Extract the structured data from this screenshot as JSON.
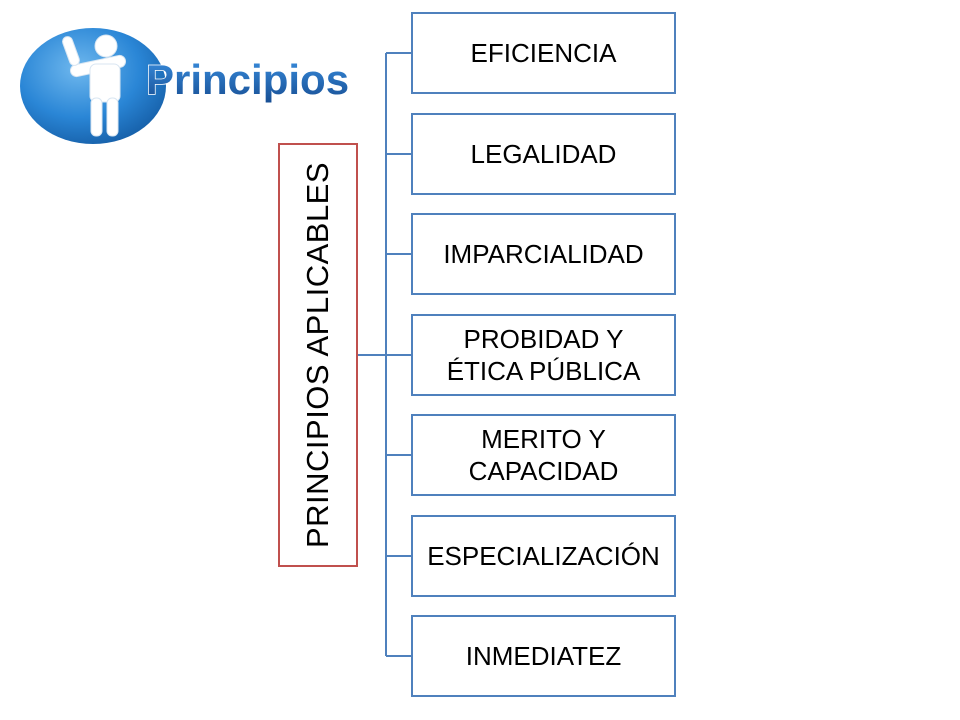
{
  "logo": {
    "text": "Principios",
    "icon": "person-thumbs-up-icon",
    "colors": {
      "circle": "#1f77c8",
      "circle_light": "#5aa9e6",
      "figure": "#ffffff",
      "text": "#1f5fa8",
      "text_outline": "#ffffff"
    }
  },
  "diagram": {
    "root": {
      "label": "PRINCIPIOS APLICABLES"
    },
    "children": [
      {
        "label": "EFICIENCIA"
      },
      {
        "label": "LEGALIDAD"
      },
      {
        "label": "IMPARCIALIDAD"
      },
      {
        "label": "PROBIDAD Y\nÉTICA PÚBLICA"
      },
      {
        "label": "MERITO Y\nCAPACIDAD"
      },
      {
        "label": "ESPECIALIZACIÓN"
      },
      {
        "label": "INMEDIATEZ"
      }
    ]
  },
  "colors": {
    "root_border": "#c0504d",
    "child_border": "#4f81bd",
    "connector": "#4f81bd"
  }
}
